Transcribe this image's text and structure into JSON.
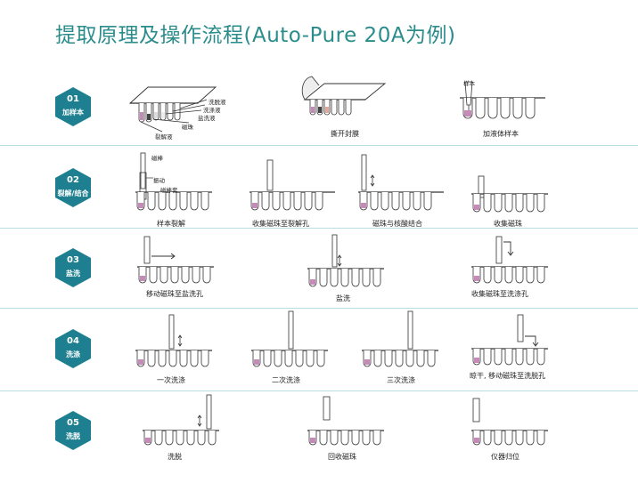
{
  "title": "提取原理及操作流程(Auto-Pure 20A为例)",
  "colors": {
    "title": "#2b8c8c",
    "badge": "#1d7f8f",
    "divider": "#b9dde3",
    "sample": "#c58ab8"
  },
  "rows": [
    {
      "num": "01",
      "label": "加样本",
      "steps": [
        {
          "caption": "",
          "labels": [
            "洗脱液",
            "洗涤液",
            "盐洗液",
            "磁珠",
            "裂解液"
          ]
        },
        {
          "caption": "撕开封膜"
        },
        {
          "caption": "加液体样本",
          "labels": [
            "样本"
          ]
        }
      ]
    },
    {
      "num": "02",
      "label": "裂解/结合",
      "steps": [
        {
          "caption": "样本裂解",
          "labels": [
            "磁棒",
            "振动",
            "磁棒套"
          ]
        },
        {
          "caption": "收集磁珠至裂解孔"
        },
        {
          "caption": "磁珠与核酸结合"
        },
        {
          "caption": "收集磁珠"
        }
      ]
    },
    {
      "num": "03",
      "label": "盐洗",
      "steps": [
        {
          "caption": "移动磁珠至盐洗孔"
        },
        {
          "caption": "盐洗"
        },
        {
          "caption": "收集磁珠至洗涤孔"
        }
      ]
    },
    {
      "num": "04",
      "label": "洗涤",
      "steps": [
        {
          "caption": "一次洗涤"
        },
        {
          "caption": "二次洗涤"
        },
        {
          "caption": "三次洗涤"
        },
        {
          "caption": "晾干, 移动磁珠至洗脱孔"
        }
      ]
    },
    {
      "num": "05",
      "label": "洗脱",
      "steps": [
        {
          "caption": "洗脱"
        },
        {
          "caption": "回收磁珠"
        },
        {
          "caption": "仪器归位"
        }
      ]
    }
  ]
}
